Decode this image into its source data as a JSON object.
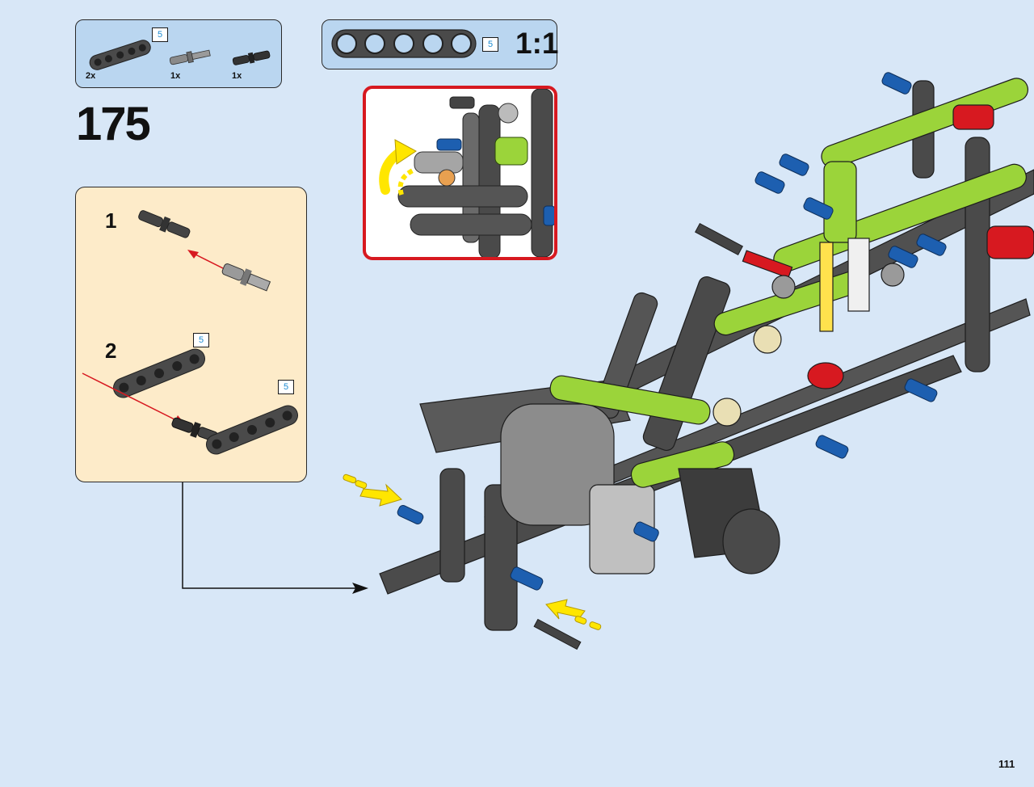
{
  "step": {
    "number": "175"
  },
  "parts_callout": {
    "items": [
      {
        "name": "beam-5",
        "quantity": "2x",
        "length_badge": "5"
      },
      {
        "name": "axle-pin",
        "quantity": "1x"
      },
      {
        "name": "pin-with-axle",
        "quantity": "1x"
      }
    ]
  },
  "ruler_callout": {
    "length_badge": "5",
    "scale": "1:1"
  },
  "substeps": [
    {
      "number": "1"
    },
    {
      "number": "2",
      "badges": [
        "5",
        "5"
      ]
    }
  ],
  "colors": {
    "page_background": "#d8e7f7",
    "callout_background": "#bad6f0",
    "substep_background": "#fdebc9",
    "zoom_border": "#d71920",
    "accent_lime": "#9bd43a",
    "arrow_red": "#d71920",
    "arrow_yellow": "#ffe600"
  },
  "icons": [
    "beam-icon",
    "axle-pin-icon",
    "pin-icon",
    "ruler-icon",
    "insert-arrow-icon",
    "rotate-arrow-icon",
    "connector-arrow-icon"
  ],
  "page": {
    "number": "111"
  }
}
